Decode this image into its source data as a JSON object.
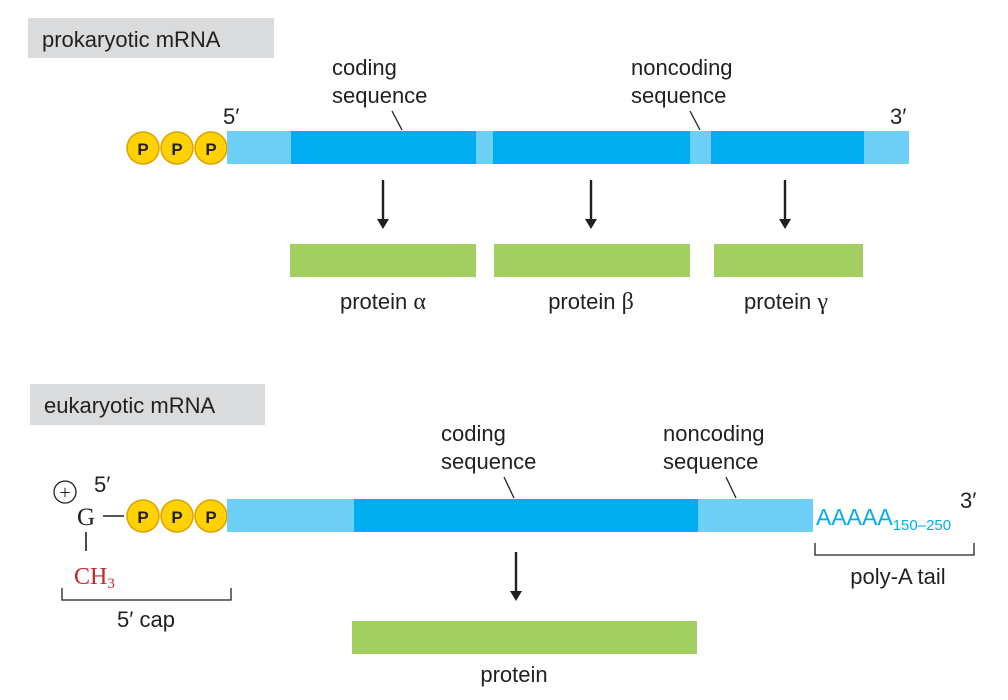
{
  "colors": {
    "noncoding": "#6dcff6",
    "coding": "#00aeef",
    "protein": "#a3cf62",
    "phosphate_fill": "#ffd200",
    "phosphate_stroke": "#e0a100",
    "title_box": "#d9dbdc",
    "methyl": "#c1272d",
    "polya": "#00aeef",
    "ink": "#231f20"
  },
  "phosphate_label": "P",
  "prokaryotic": {
    "title": "prokaryotic mRNA",
    "five_prime": "5′",
    "three_prime": "3′",
    "coding_label": [
      "coding",
      "sequence"
    ],
    "noncoding_label": [
      "noncoding",
      "sequence"
    ],
    "proteins": [
      {
        "word": "protein",
        "greek": "α"
      },
      {
        "word": "protein",
        "greek": "β"
      },
      {
        "word": "protein",
        "greek": "γ"
      }
    ]
  },
  "eukaryotic": {
    "title": "eukaryotic mRNA",
    "five_prime": "5′",
    "three_prime": "3′",
    "coding_label": [
      "coding",
      "sequence"
    ],
    "noncoding_label": [
      "noncoding",
      "sequence"
    ],
    "cap": {
      "plus": "+",
      "g": "G",
      "ch": "CH",
      "ch_sub": "3",
      "label": "5′ cap"
    },
    "polya": {
      "bases": "AAAAA",
      "range": "150–250",
      "label": "poly-A tail"
    },
    "protein": "protein"
  }
}
